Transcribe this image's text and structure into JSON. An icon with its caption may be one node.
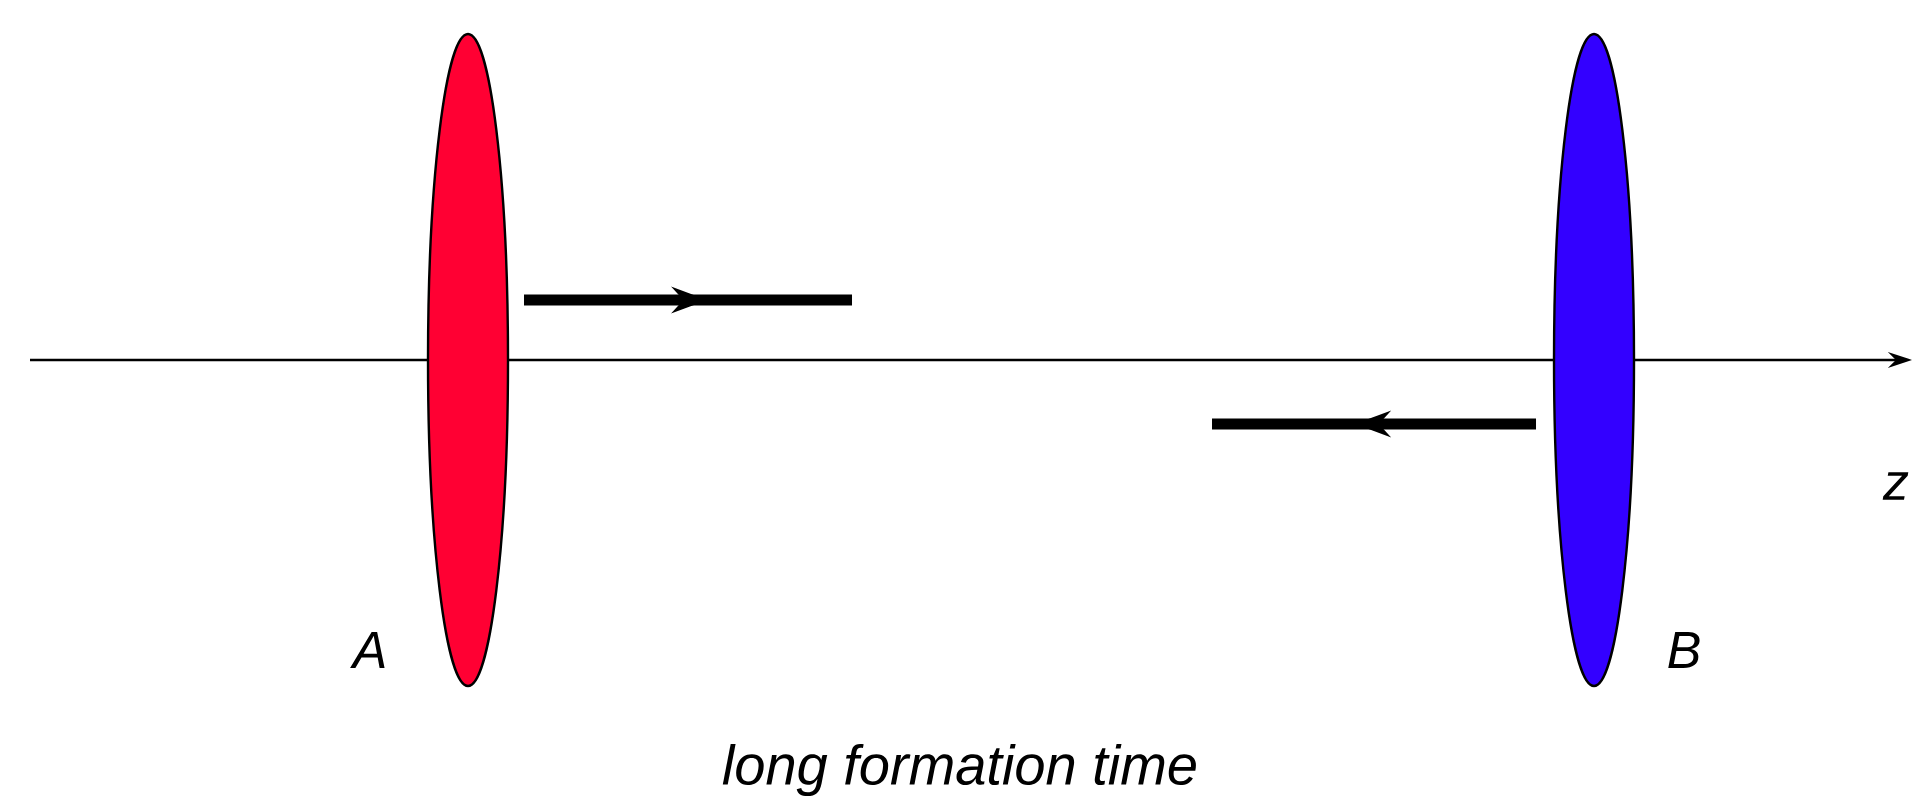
{
  "diagram": {
    "caption": "long formation time",
    "nodes": [
      {
        "text": [],
        "shape": "ellipse",
        "beside": [
          "A"
        ]
      },
      {
        "text": [],
        "shape": "ellipse",
        "beside": [
          "B"
        ]
      }
    ],
    "labels": [
      "z"
    ]
  }
}
